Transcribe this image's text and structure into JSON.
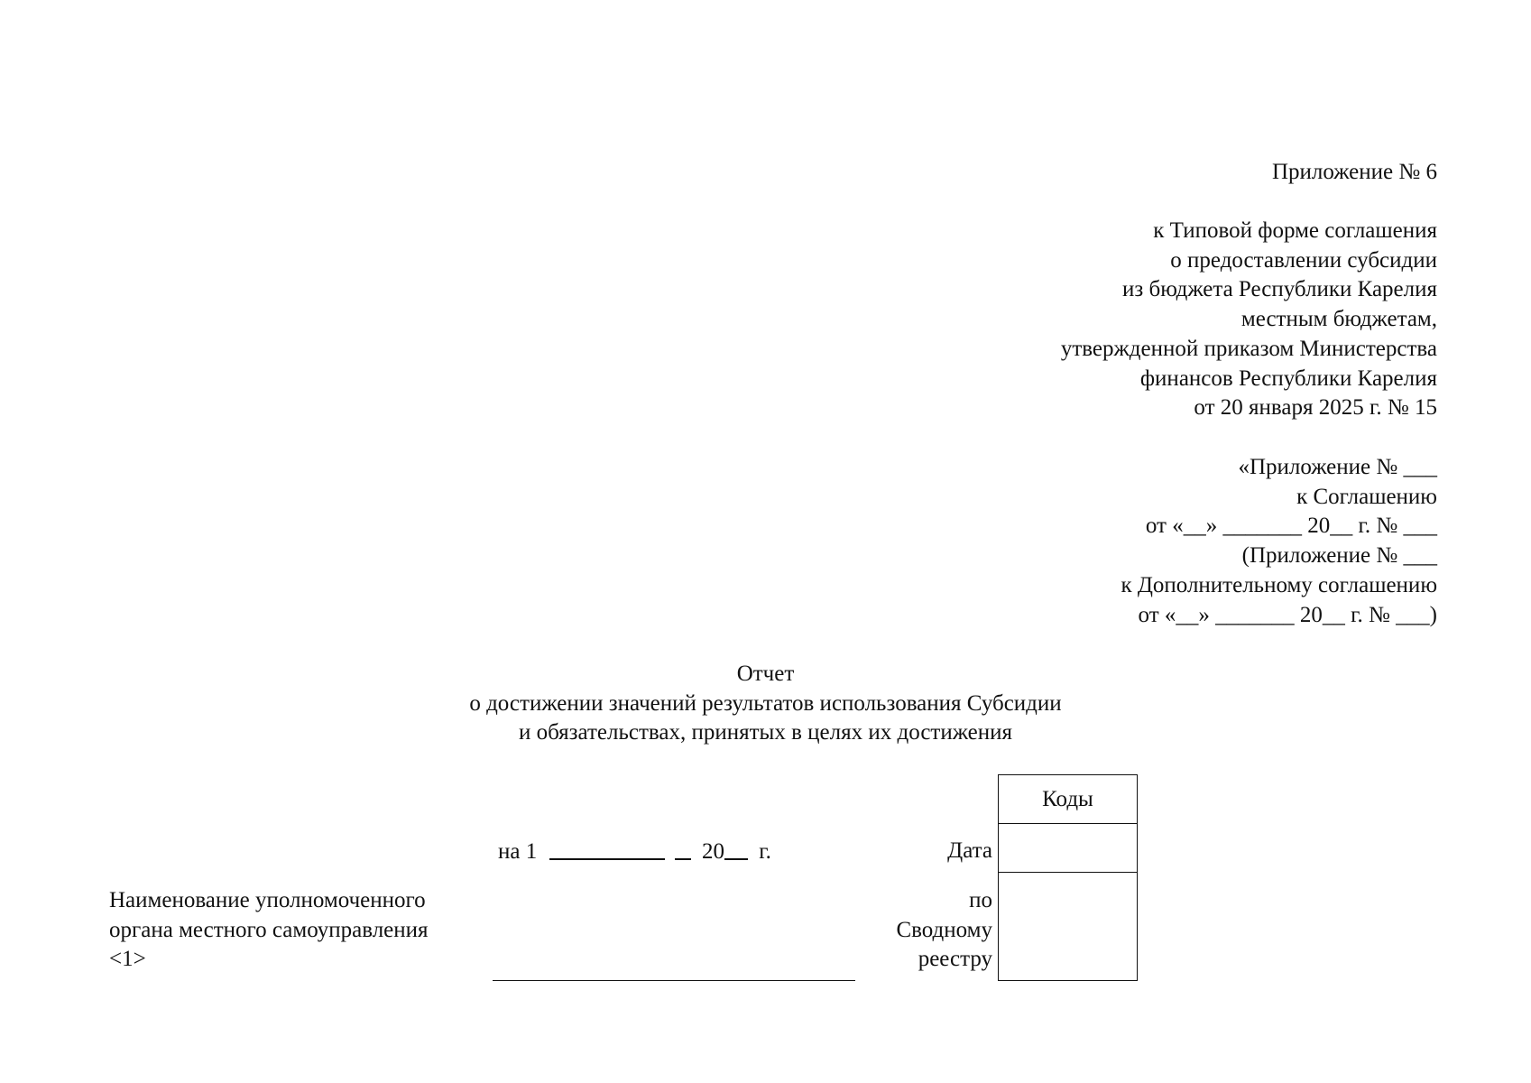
{
  "header": {
    "appendix_number": "Приложение № 6",
    "approval_lines": [
      "к Типовой форме соглашения",
      "о предоставлении субсидии",
      "из бюджета Республики Карелия",
      "местным бюджетам,",
      "утвержденной приказом Министерства",
      "финансов Республики Карелия",
      "от 20 января 2025 г. № 15"
    ],
    "agreement_lines": [
      "«Приложение №  ___",
      "к Соглашению",
      "от «__» _______ 20__ г. №  ___",
      "(Приложение № ___",
      "к Дополнительному соглашению",
      "от «__» _______ 20__ г. № ___)"
    ]
  },
  "title": {
    "lines": [
      "Отчет",
      "о достижении значений результатов использования Субсидии",
      "и обязательствах, принятых в целях их достижения"
    ]
  },
  "form": {
    "date_prefix": "на 1",
    "date_mid": "20",
    "date_suffix": "г.",
    "authority_label_lines": [
      "Наименование уполномоченного",
      "органа местного самоуправления",
      "<1>"
    ]
  },
  "codes": {
    "header": "Коды",
    "date_label": "Дата",
    "registry_label_lines": [
      "по",
      "Сводному",
      "реестру"
    ]
  }
}
